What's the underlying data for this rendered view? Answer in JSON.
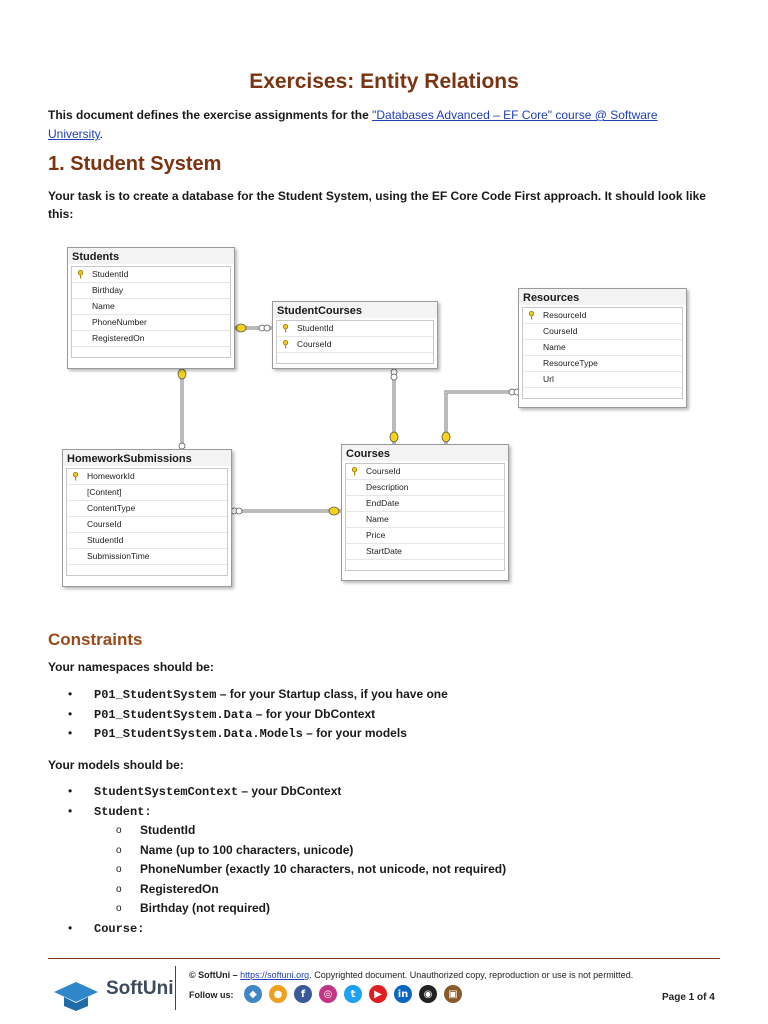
{
  "title": "Exercises: Entity Relations",
  "intro": {
    "prefix": "This document defines the exercise assignments for the ",
    "link": "\"Databases Advanced – EF Core\" course @ Software University",
    "suffix": "."
  },
  "section1": {
    "heading": "1.  Student System",
    "task": "Your task is to create a database for the Student System, using the EF Core Code First approach. It should look like this:"
  },
  "diagram": {
    "students": {
      "title": "Students",
      "columns": [
        "StudentId",
        "Birthday",
        "Name",
        "PhoneNumber",
        "RegisteredOn"
      ]
    },
    "student_courses": {
      "title": "StudentCourses",
      "columns": [
        "StudentId",
        "CourseId"
      ]
    },
    "resources": {
      "title": "Resources",
      "columns": [
        "ResourceId",
        "CourseId",
        "Name",
        "ResourceType",
        "Url"
      ]
    },
    "homework": {
      "title": "HomeworkSubmissions",
      "columns": [
        "HomeworkId",
        "[Content]",
        "ContentType",
        "CourseId",
        "StudentId",
        "SubmissionTime"
      ]
    },
    "courses": {
      "title": "Courses",
      "columns": [
        "CourseId",
        "Description",
        "EndDate",
        "Name",
        "Price",
        "StartDate"
      ]
    }
  },
  "constraints": {
    "heading": "Constraints",
    "namespaces_intro": "Your namespaces should be:",
    "namespaces": [
      {
        "code": "P01_StudentSystem",
        "text": " – for your Startup class, if you have one"
      },
      {
        "code": "P01_StudentSystem.Data",
        "text": " – for your DbContext"
      },
      {
        "code": "P01_StudentSystem.Data.Models",
        "text": " – for your models"
      }
    ],
    "models_intro": "Your models should be:",
    "models": {
      "context_code": "StudentSystemContext",
      "context_text": " – your DbContext",
      "student_code": "Student:",
      "student_props": [
        "StudentId",
        "Name (up to 100 characters, unicode)",
        "PhoneNumber (exactly 10 characters, not unicode, not required)",
        "RegisteredOn",
        "Birthday (not required)"
      ],
      "course_code": "Course:"
    }
  },
  "footer": {
    "copyright_prefix": "© SoftUni – ",
    "url": "https://softuni.org",
    "copyright_suffix": ". Copyrighted document. Unauthorized copy, reproduction or use is not permitted.",
    "follow": "Follow us:",
    "logo": "SoftUni",
    "page": "Page 1 of 4",
    "social_icons": [
      {
        "name": "softuni-icon",
        "color": "#3f86c7",
        "glyph": "◆"
      },
      {
        "name": "softuni-ai-icon",
        "color": "#f0a020",
        "glyph": "●"
      },
      {
        "name": "facebook-icon",
        "color": "#3b5998",
        "glyph": "f"
      },
      {
        "name": "instagram-icon",
        "color": "#c13584",
        "glyph": "◎"
      },
      {
        "name": "twitter-icon",
        "color": "#1da1f2",
        "glyph": "t"
      },
      {
        "name": "youtube-icon",
        "color": "#e02020",
        "glyph": "▶"
      },
      {
        "name": "linkedin-icon",
        "color": "#0a66c2",
        "glyph": "in"
      },
      {
        "name": "github-icon",
        "color": "#222222",
        "glyph": "◉"
      },
      {
        "name": "discord-icon",
        "color": "#8b5a2b",
        "glyph": "▣"
      }
    ]
  }
}
